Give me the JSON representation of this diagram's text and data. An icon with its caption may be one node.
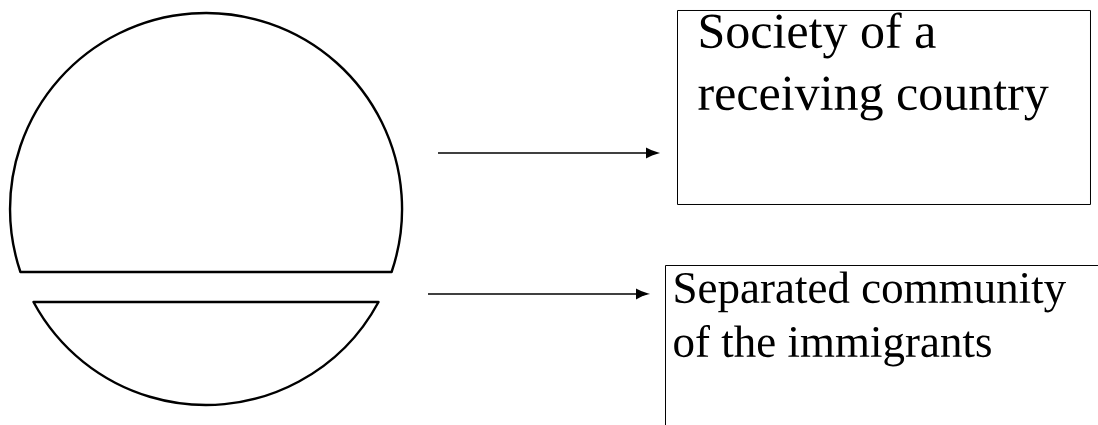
{
  "diagram": {
    "nodes": [
      {
        "text": [],
        "shape": "segment"
      },
      {
        "text": [
          "Society of a receiving country"
        ]
      },
      {
        "text": [],
        "shape": "segment"
      },
      {
        "text": [
          "Separated community of the immigrants"
        ]
      }
    ],
    "edges": [
      {
        "from": null,
        "to": 1,
        "arrow": "to"
      },
      {
        "from": null,
        "to": 3,
        "arrow": "to"
      }
    ]
  }
}
